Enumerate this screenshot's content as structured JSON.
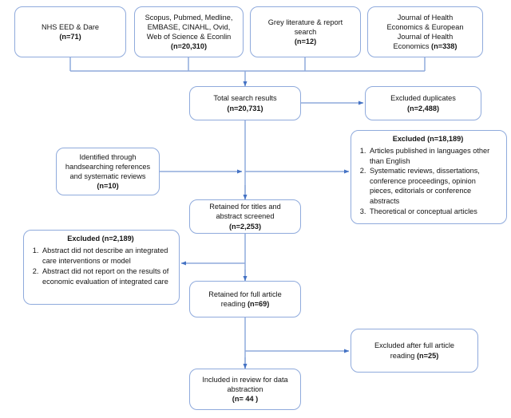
{
  "diagram": {
    "title": "Study selection flow diagram",
    "accent_color": "#8faadc",
    "connector_color": "#8faadc",
    "arrowhead_color": "#4472c4",
    "background_color": "#ffffff",
    "text_color": "#141414"
  },
  "nodes": {
    "source_nhs": {
      "lines": [
        "NHS EED & Dare"
      ],
      "count": "(n=71)"
    },
    "source_databases": {
      "lines": [
        "Scopus, Pubmed, Medline,",
        "EMBASE, CINAHL, Ovid,",
        "Web of Science & Econlin"
      ],
      "count": "(n=20,310)"
    },
    "source_grey": {
      "lines": [
        "Grey literature & report",
        "search"
      ],
      "count": "(n=12)"
    },
    "source_journals": {
      "lines": [
        "Journal of Health",
        "Economics & European",
        "Journal of Health"
      ],
      "last_line_prefix": "Economics ",
      "count": "(n=338)"
    },
    "total_results": {
      "lines": [
        "Total search results"
      ],
      "count": "(n=20,731)"
    },
    "excluded_duplicates": {
      "lines": [
        "Excluded duplicates"
      ],
      "count": "(n=2,488)"
    },
    "handsearching": {
      "lines": [
        "Identified through",
        "handsearching references",
        "and systematic reviews"
      ],
      "count": "(n=10)"
    },
    "excluded_18189": {
      "header": "Excluded (n=18,189)",
      "items": [
        "Articles published in languages other than English",
        "Systematic reviews, dissertations, conference proceedings, opinion pieces, editorials or conference abstracts",
        "Theoretical or conceptual articles"
      ]
    },
    "retained_titles": {
      "lines": [
        "Retained for titles and",
        "abstract screened"
      ],
      "count": "(n=2,253)"
    },
    "excluded_2189": {
      "header": "Excluded (n=2,189)",
      "items": [
        "Abstract did not describe  an integrated care interventions or model",
        "Abstract did not report on the results of economic evaluation of integrated care"
      ]
    },
    "retained_full": {
      "lines": [
        "Retained for full article"
      ],
      "last_line_prefix": "reading ",
      "count": "(n=69)"
    },
    "excluded_full": {
      "lines": [
        "Excluded after full article"
      ],
      "last_line_prefix": "reading ",
      "count": "(n=25)"
    },
    "included_final": {
      "lines": [
        "Included in review for data",
        "abstraction"
      ],
      "count": "(n= 44 )"
    }
  }
}
